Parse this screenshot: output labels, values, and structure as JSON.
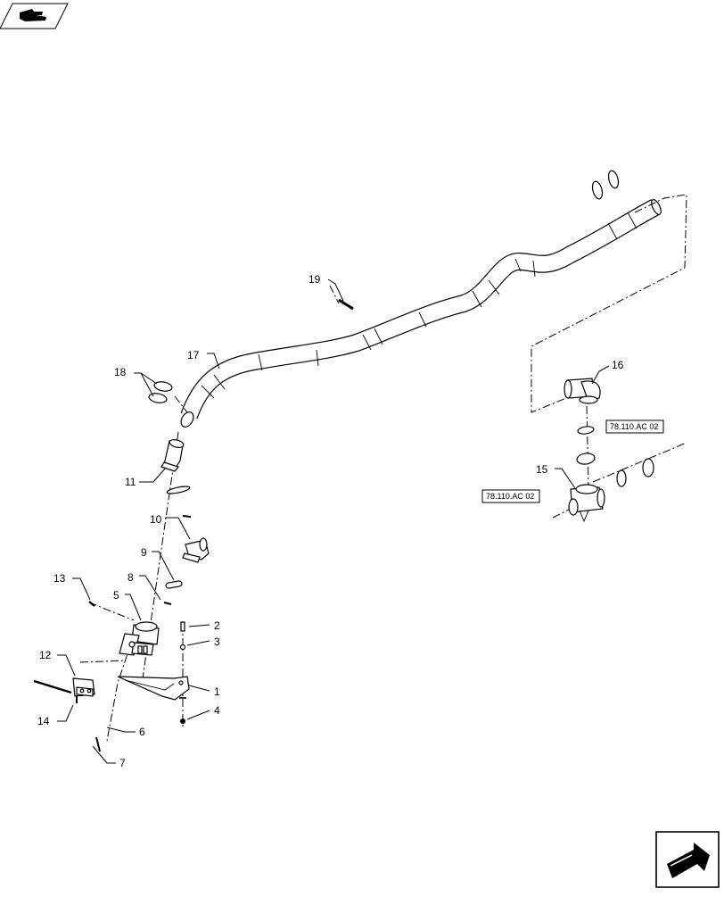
{
  "callouts": [
    {
      "id": "c1",
      "label": "1"
    },
    {
      "id": "c2",
      "label": "2"
    },
    {
      "id": "c3",
      "label": "3"
    },
    {
      "id": "c4",
      "label": "4"
    },
    {
      "id": "c5",
      "label": "5"
    },
    {
      "id": "c6",
      "label": "6"
    },
    {
      "id": "c7",
      "label": "7"
    },
    {
      "id": "c8",
      "label": "8"
    },
    {
      "id": "c9",
      "label": "9"
    },
    {
      "id": "c10",
      "label": "10"
    },
    {
      "id": "c11",
      "label": "11"
    },
    {
      "id": "c12",
      "label": "12"
    },
    {
      "id": "c13",
      "label": "13"
    },
    {
      "id": "c14",
      "label": "14"
    },
    {
      "id": "c15",
      "label": "15"
    },
    {
      "id": "c16",
      "label": "16"
    },
    {
      "id": "c17",
      "label": "17"
    },
    {
      "id": "c18",
      "label": "18"
    },
    {
      "id": "c19",
      "label": "19"
    }
  ],
  "references": {
    "ref_right": "78.110.AC 02",
    "ref_left": "78.110.AC 02"
  },
  "icons": {
    "top_left": "pointing-hand-icon",
    "bottom_right": "next-page-arrow-icon"
  }
}
